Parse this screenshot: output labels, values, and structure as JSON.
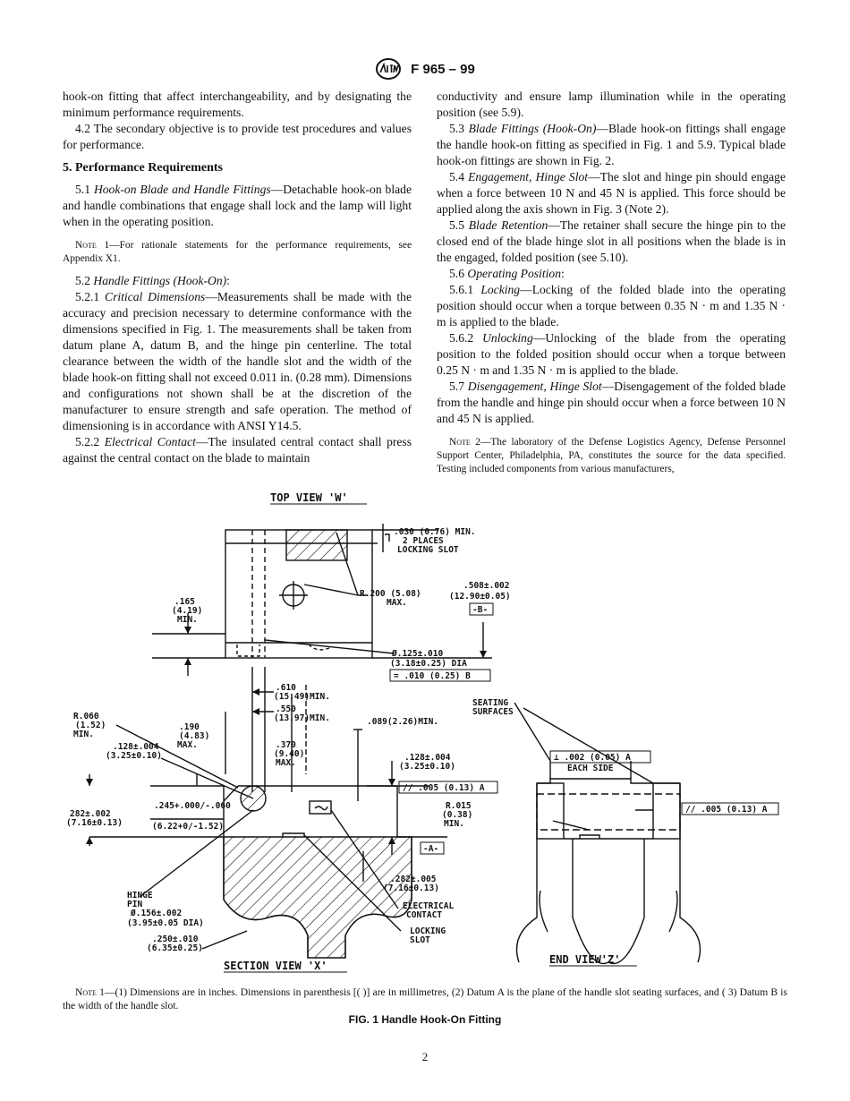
{
  "header": {
    "doc_id": "F 965 – 99"
  },
  "left_column": {
    "p1": "hook-on fitting that affect interchangeability, and by designating the minimum performance requirements.",
    "p2": "4.2 The secondary objective is to provide test procedures and values for performance.",
    "section_heading": "5. Performance Requirements",
    "s5_1_num": "5.1 ",
    "s5_1_title": "Hook-on Blade and Handle Fittings",
    "s5_1_text": "—Detachable hook-on blade and handle combinations that engage shall lock and the lamp will light when in the operating position.",
    "note1_label": "Note",
    "note1_text": " 1—For rationale statements for the performance requirements, see Appendix X1.",
    "s5_2_num": "5.2 ",
    "s5_2_title": "Handle Fittings (Hook-On)",
    "s5_2_text": ":",
    "s5_2_1_num": "5.2.1 ",
    "s5_2_1_title": "Critical Dimensions",
    "s5_2_1_text": "—Measurements shall be made with the accuracy and precision necessary to determine conformance with the dimensions specified in Fig. 1. The measurements shall be taken from datum plane A, datum B, and the hinge pin centerline. The total clearance between the width of the handle slot and the width of the blade hook-on fitting shall not exceed 0.011 in. (0.28 mm). Dimensions and configurations not shown shall be at the discretion of the manufacturer to ensure strength and safe operation. The method of dimensioning is in accordance with ANSI Y14.5.",
    "s5_2_2_num": "5.2.2 ",
    "s5_2_2_title": "Electrical Contact",
    "s5_2_2_text": "—The insulated central contact shall press against the central contact on the blade to maintain"
  },
  "right_column": {
    "p1": "conductivity and ensure lamp illumination while in the operating position (see 5.9).",
    "s5_3_num": "5.3 ",
    "s5_3_title": "Blade Fittings (Hook-On)",
    "s5_3_text": "—Blade hook-on fittings shall engage the handle hook-on fitting as specified in Fig. 1 and 5.9. Typical blade hook-on fittings are shown in Fig. 2.",
    "s5_4_num": "5.4 ",
    "s5_4_title": "Engagement, Hinge Slot",
    "s5_4_text": "—The slot and hinge pin should engage when a force between 10 N and 45 N is applied. This force should be applied along the axis shown in Fig. 3 (Note 2).",
    "s5_5_num": "5.5 ",
    "s5_5_title": "Blade Retention",
    "s5_5_text": "—The retainer shall secure the hinge pin to the closed end of the blade hinge slot in all positions when the blade is in the engaged, folded position (see 5.10).",
    "s5_6_num": "5.6 ",
    "s5_6_title": "Operating Position",
    "s5_6_text": ":",
    "s5_6_1_num": "5.6.1 ",
    "s5_6_1_title": "Locking",
    "s5_6_1_text": "—Locking of the folded blade into the operating position should occur when a torque between 0.35 N · m and 1.35 N · m is applied to the blade.",
    "s5_6_2_num": "5.6.2 ",
    "s5_6_2_title": "Unlocking",
    "s5_6_2_text": "—Unlocking of the blade from the operating position to the folded position should occur when a torque between 0.25 N · m and 1.35 N · m is applied to the blade.",
    "s5_7_num": "5.7 ",
    "s5_7_title": "Disengagement, Hinge Slot",
    "s5_7_text": "—Disengagement of the folded blade from the handle and hinge pin should occur when a force between 10 N and 45 N is applied.",
    "note2_label": "Note",
    "note2_text": " 2—The laboratory of the Defense Logistics Agency, Defense Personnel Support Center, Philadelphia, PA, constitutes the source for the data specified. Testing included components from various manufacturers,"
  },
  "figure": {
    "top_view_title": "TOP VIEW 'W'",
    "section_view_title": "SECTION VIEW 'X'",
    "end_view_title": "END VIEW'Z'",
    "dims": {
      "d030a": ".030 (0.76) MIN.",
      "d030b": "2 PLACES",
      "d030c": "LOCKING SLOT",
      "r200a": "R.200 (5.08)",
      "r200b": "MAX.",
      "d508a": ".508±.002",
      "d508b": "(12.90±0.05)",
      "datum_b": "-B-",
      "d165a": ".165",
      "d165b": "(4.19)",
      "d165c": "MIN.",
      "d125a": "Ø.125±.010",
      "d125b": "(3.18±0.25) DIA",
      "fcf_b": "= .010 (0.25) B",
      "d610a": ".610",
      "d610b": "(15.49)MIN.",
      "d550a": ".550",
      "d550b": "(13.97)MIN.",
      "d089": ".089(2.26)MIN.",
      "r060a": "R.060",
      "r060b": "(1.52)",
      "r060c": "MIN.",
      "d190a": ".190",
      "d190b": "(4.83)",
      "d190c": "MAX.",
      "d370a": ".370",
      "d370b": "(9.40)",
      "d370c": "MAX.",
      "d128La": ".128±.004",
      "d128Lb": "(3.25±0.10)",
      "d128Ra": ".128±.004",
      "d128Rb": "(3.25±0.10)",
      "fcf_a1": "// .005 (0.13) A",
      "d282La": "282±.002",
      "d282Lb": "(7.16±0.13)",
      "d245a": ".245+.000/-.060",
      "d245b": "(6.22+0/-1.52)",
      "datum_a": "-A-",
      "r015a": "R.015",
      "r015b": "(0.38)",
      "r015c": "MIN.",
      "d282Ra": ".282±.005",
      "d282Rb": "(7.16±0.13)",
      "hinge_a": "HINGE",
      "hinge_b": "PIN",
      "hinge_c": "Ø.156±.002",
      "hinge_d": "(3.95±0.05 DIA)",
      "d250a": ".250±.010",
      "d250b": "(6.35±0.25)",
      "elec_a": "ELECTRICAL",
      "elec_b": "CONTACT",
      "lock_a": "LOCKING",
      "lock_b": "SLOT",
      "seat_a": "SEATING",
      "seat_b": "SURFACES",
      "fcf_perp": "⊥ .002 (0.05) A",
      "each_side": "EACH SIDE",
      "fcf_a2": "// .005 (0.13) A"
    }
  },
  "figure_note": {
    "label": "Note",
    "text": " 1—(1) Dimensions are in inches. Dimensions in parenthesis [( )] are in millimetres, (2) Datum A is the plane of the handle slot seating surfaces, and ( 3) Datum B is the width of the handle slot."
  },
  "figure_caption": "FIG. 1 Handle Hook-On Fitting",
  "page_number": "2"
}
